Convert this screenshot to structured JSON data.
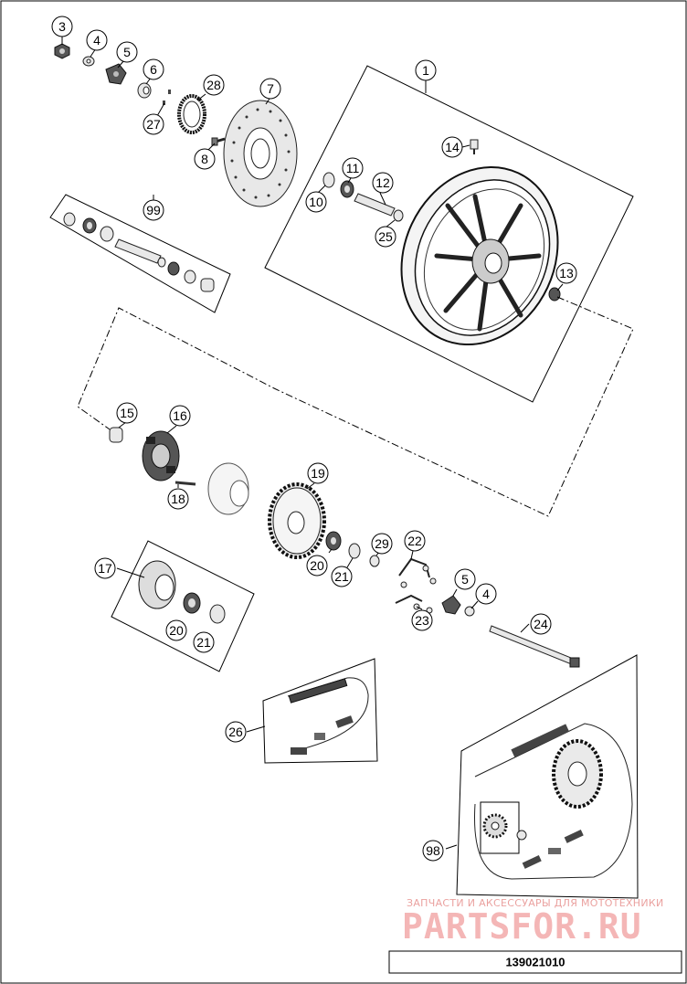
{
  "callouts": {
    "c1": "1",
    "c3": "3",
    "c4a": "4",
    "c5a": "5",
    "c6": "6",
    "c7": "7",
    "c8": "8",
    "c10": "10",
    "c11": "11",
    "c12": "12",
    "c13": "13",
    "c14": "14",
    "c15": "15",
    "c16": "16",
    "c17": "17",
    "c18": "18",
    "c19": "19",
    "c20a": "20",
    "c21a": "21",
    "c20b": "20",
    "c21b": "21",
    "c22": "22",
    "c23": "23",
    "c24": "24",
    "c25": "25",
    "c26": "26",
    "c27": "27",
    "c28": "28",
    "c29": "29",
    "c5b": "5",
    "c4b": "4",
    "c98": "98",
    "c99": "99"
  },
  "watermark": {
    "line1": "ЗАПЧАСТИ И АКСЕССУАРЫ ДЛЯ МОТОТЕХНИКИ",
    "line2": "PARTSFOR.RU"
  },
  "document_number": "139021010"
}
